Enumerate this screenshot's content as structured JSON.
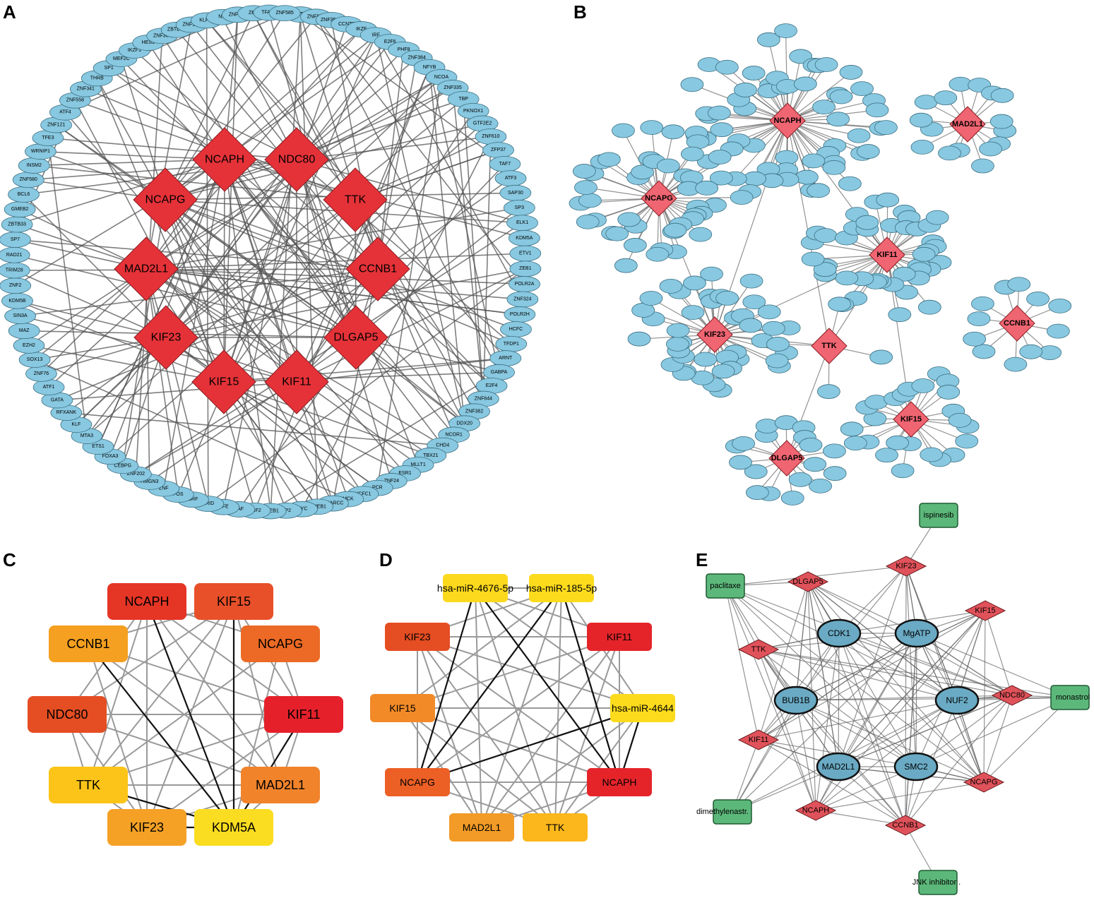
{
  "panels": [
    {
      "id": "A",
      "letter": "A"
    },
    {
      "id": "B",
      "letter": "B"
    },
    {
      "id": "C",
      "letter": "C"
    },
    {
      "id": "D",
      "letter": "D"
    },
    {
      "id": "E",
      "letter": "E"
    }
  ],
  "colors": {
    "hub_red": "#e53238",
    "hub_pink": "#f06572",
    "node_blue": "#88c8e0",
    "drug_green": "#5cb87a",
    "edge_grey": "#9a9a9a",
    "edge_dark": "#111111"
  },
  "panelA": {
    "hubs": [
      "NCAPH",
      "NDC80",
      "NCAPG",
      "TTK",
      "MAD2L1",
      "CCNB1",
      "KIF23",
      "DLGAP5",
      "KIF15",
      "KIF11"
    ],
    "ring": [
      "WT1",
      "ZNF580",
      "ZNF354C",
      "CCNT2",
      "IKZF",
      "IRF",
      "E2F6",
      "PHF8",
      "ZNF384",
      "NFYB",
      "NCOA",
      "ZNF335",
      "TBP",
      "PKNOX1",
      "GTF2E2",
      "ZNF610",
      "ZFP37",
      "TAF7",
      "ATF3",
      "SAP30",
      "SP3",
      "ELK1",
      "KDM5A",
      "ETV1",
      "ZEB1",
      "POLR2A",
      "ZNF324",
      "POLR2H",
      "HCFC",
      "TFDP1",
      "ARNT",
      "GABPA",
      "E2F4",
      "ZNF644",
      "ZNF382",
      "DDX20",
      "NCOR1",
      "CHD4",
      "TBX21",
      "MLLT1",
      "ESR1",
      "ZNF24",
      "PCR",
      "HCFC1",
      "MCK",
      "SMARCC",
      "GMEB1",
      "MYC",
      "SP2",
      "CREB1",
      "ZNF2",
      "TAF",
      "NFE",
      "ARID",
      "BRF",
      "FOS",
      "ZNF",
      "HMGN3",
      "ZNF202",
      "CEBPG",
      "FOXA3",
      "ETS1",
      "MTA3",
      "KLF",
      "RFXANK",
      "GATA",
      "ATF1",
      "ZNF76",
      "SOX13",
      "EZH2",
      "MAZ",
      "SIN3A",
      "KDM5B",
      "ZNF2",
      "TRIM28",
      "RAD21",
      "SP7",
      "ZBTB33",
      "GMEB2",
      "BCL6",
      "ZNF580",
      "INSM2",
      "WRNIP1",
      "TFE3",
      "ZNF121",
      "ATF4",
      "ZNF558",
      "ZNF341",
      "THRB",
      "SP1",
      "MEF2C",
      "IKZF1",
      "HES1",
      "ZNF363",
      "ZBTB7A",
      "ZNF175",
      "KLF16",
      "NR",
      "ZNF609",
      "ZBT",
      "TFAP4",
      "ZNF585"
    ]
  },
  "panelB": {
    "hubs": [
      "NCAPH",
      "MAD2L1",
      "NCAPG",
      "KIF11",
      "KIF23",
      "TTK",
      "CCNB1",
      "KIF15",
      "DLGAP5"
    ]
  },
  "panelC": {
    "nodes": [
      {
        "label": "NCAPH",
        "color": "#e53525"
      },
      {
        "label": "KIF15",
        "color": "#e8502a"
      },
      {
        "label": "CCNB1",
        "color": "#f5a020"
      },
      {
        "label": "NCAPG",
        "color": "#ec6a25"
      },
      {
        "label": "NDC80",
        "color": "#e54d23"
      },
      {
        "label": "KIF11",
        "color": "#e5202a"
      },
      {
        "label": "TTK",
        "color": "#fcc418"
      },
      {
        "label": "MAD2L1",
        "color": "#f1832b"
      },
      {
        "label": "KIF23",
        "color": "#f4a126"
      },
      {
        "label": "KDM5A",
        "color": "#fadd20"
      }
    ]
  },
  "panelD": {
    "nodes": [
      {
        "label": "hsa-miR-4676-5p",
        "color": "#fcd91d"
      },
      {
        "label": "hsa-miR-185-5p",
        "color": "#fcdb1d"
      },
      {
        "label": "KIF23",
        "color": "#e54d23"
      },
      {
        "label": "KIF11",
        "color": "#e5242a"
      },
      {
        "label": "KIF15",
        "color": "#f28a28"
      },
      {
        "label": "hsa-miR-4644",
        "color": "#fcdb1d"
      },
      {
        "label": "NCAPG",
        "color": "#ec5f25"
      },
      {
        "label": "NCAPH",
        "color": "#e5242a"
      },
      {
        "label": "MAD2L1",
        "color": "#f29b26"
      },
      {
        "label": "TTK",
        "color": "#fcb71d"
      }
    ]
  },
  "panelE": {
    "diamonds": [
      "KIF23",
      "DLGAP5",
      "KIF15",
      "TTK",
      "NDC80",
      "KIF11",
      "NCAPG",
      "NCAPH",
      "CCNB1"
    ],
    "diamond_labels": [
      "KIF23",
      "DLGAP5",
      "KIF15",
      "TTK",
      "NDC80",
      "KIF11",
      "NCAPG",
      "NCAPH",
      "CCNB1"
    ],
    "ellipses": [
      "CDK1",
      "MgATP",
      "BUB1B",
      "NUF2",
      "MAD2L1",
      "SMC2"
    ],
    "drugs": [
      "ispinesib",
      "paclitaxel",
      "monastrol",
      "dimethylenastr.",
      "JNK inhibitor ."
    ],
    "drug_labels": [
      "ispinesib",
      "paclitaxe",
      "monastrol",
      "dimethylenastr.",
      "JNK inhibitor ."
    ]
  }
}
